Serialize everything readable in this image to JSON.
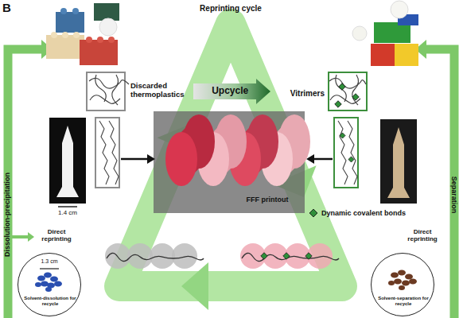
{
  "diagram": {
    "nodes": [
      {
        "text": [
          "Discarded thermoplastics"
        ]
      },
      {
        "text": [
          "Vitrimers"
        ]
      },
      {
        "text": [
          "FFF printout"
        ]
      },
      {
        "text": [
          "Solvent-dissolution for recycle"
        ]
      },
      {
        "text": [
          "Solvent-separation for recycle"
        ]
      }
    ],
    "edges": [
      {
        "from": 0,
        "to": 1,
        "label": "Upcycle",
        "arrow": "to"
      }
    ],
    "labels": [
      "B",
      "Reprinting cycle",
      "1.4 cm",
      "Direct reprinting",
      "Direct reprinting",
      "1.3 cm",
      "Dissolution-precipitation",
      "Separation"
    ],
    "legend": [
      {
        "text": "Dynamic covalent bonds"
      }
    ]
  }
}
